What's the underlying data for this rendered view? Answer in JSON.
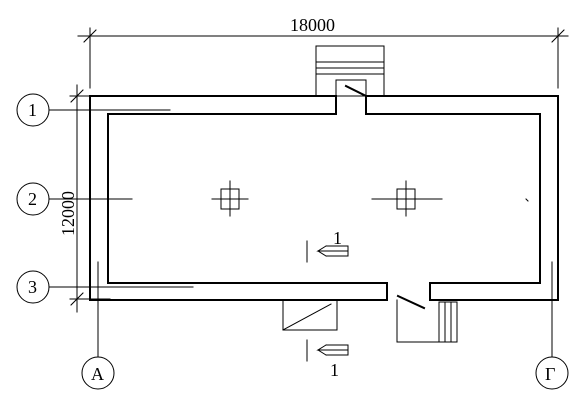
{
  "dimensions": {
    "top": "18000",
    "left": "12000"
  },
  "axes": {
    "rows": [
      "1",
      "2",
      "3"
    ],
    "cols": [
      "А",
      "Г"
    ]
  },
  "section_cut": {
    "label_upper": "1",
    "label_lower": "1"
  }
}
